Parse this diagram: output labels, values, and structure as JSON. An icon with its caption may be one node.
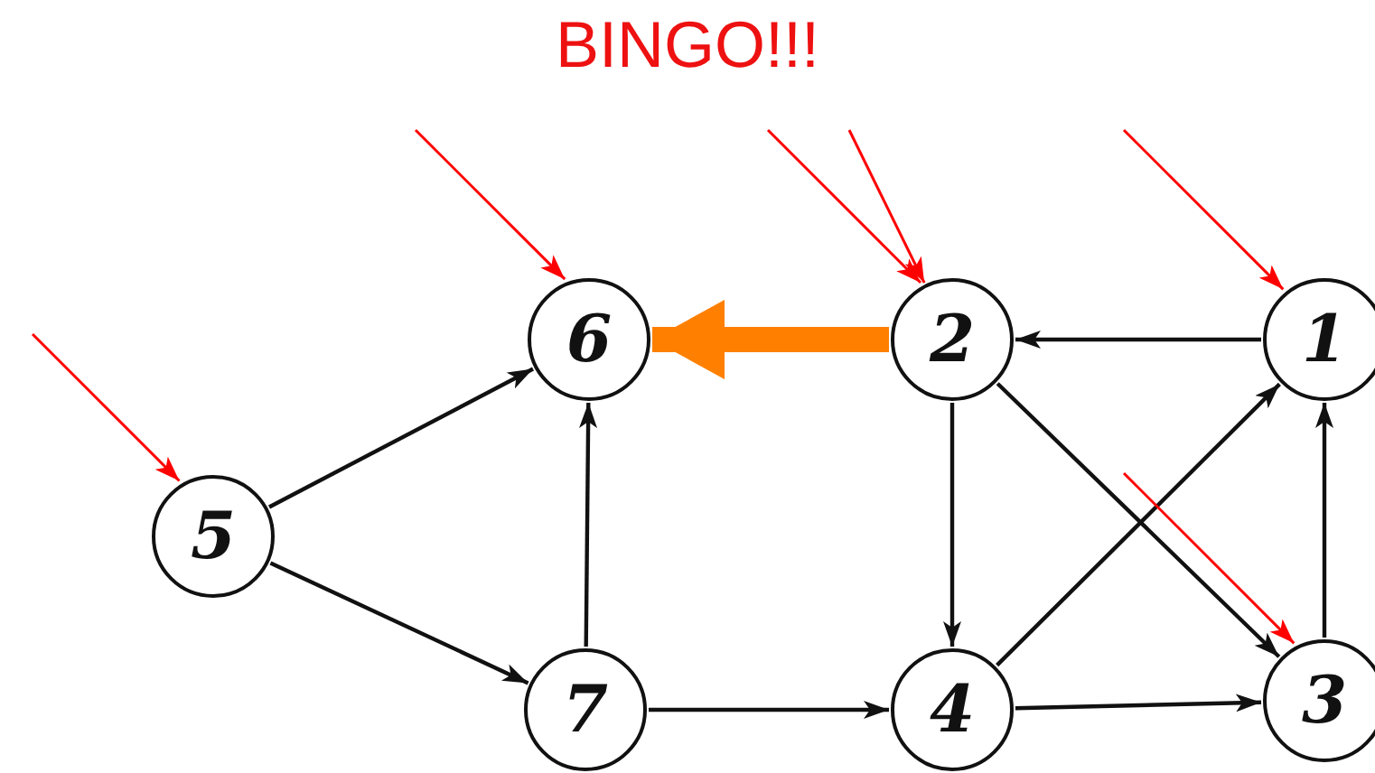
{
  "diagram": {
    "title": "BINGO!!!",
    "nodes": [
      {
        "text": [
          "6"
        ]
      },
      {
        "text": [
          "2"
        ]
      },
      {
        "text": [
          "1"
        ]
      },
      {
        "text": [
          "5"
        ]
      },
      {
        "text": [
          "7"
        ]
      },
      {
        "text": [
          "4"
        ]
      },
      {
        "text": [
          "3"
        ]
      }
    ],
    "edges": [
      {
        "from": 3,
        "to": 0,
        "arrow": "to"
      },
      {
        "from": 3,
        "to": 4,
        "arrow": "to"
      },
      {
        "from": 4,
        "to": 0,
        "arrow": "to"
      },
      {
        "from": 4,
        "to": 5,
        "arrow": "to"
      },
      {
        "from": 2,
        "to": 1,
        "arrow": "to"
      },
      {
        "from": 1,
        "to": 5,
        "arrow": "to"
      },
      {
        "from": 1,
        "to": 6,
        "arrow": "to"
      },
      {
        "from": 5,
        "to": 2,
        "arrow": "to"
      },
      {
        "from": 5,
        "to": 6,
        "arrow": "to"
      },
      {
        "from": 6,
        "to": 2,
        "arrow": "to"
      },
      {
        "from": 1,
        "to": 0,
        "arrow": "to",
        "style": "thick",
        "color": "#ff8000"
      },
      {
        "from": null,
        "to": 0,
        "arrow": "to",
        "color": "#ff0000"
      },
      {
        "from": null,
        "to": 3,
        "arrow": "to",
        "color": "#ff0000"
      },
      {
        "from": null,
        "to": 1,
        "arrow": "to",
        "color": "#ff0000"
      },
      {
        "from": null,
        "to": 1,
        "arrow": "to",
        "color": "#ff0000"
      },
      {
        "from": null,
        "to": 2,
        "arrow": "to",
        "color": "#ff0000"
      },
      {
        "from": null,
        "to": 6,
        "arrow": "to",
        "color": "#ff0000"
      }
    ]
  }
}
